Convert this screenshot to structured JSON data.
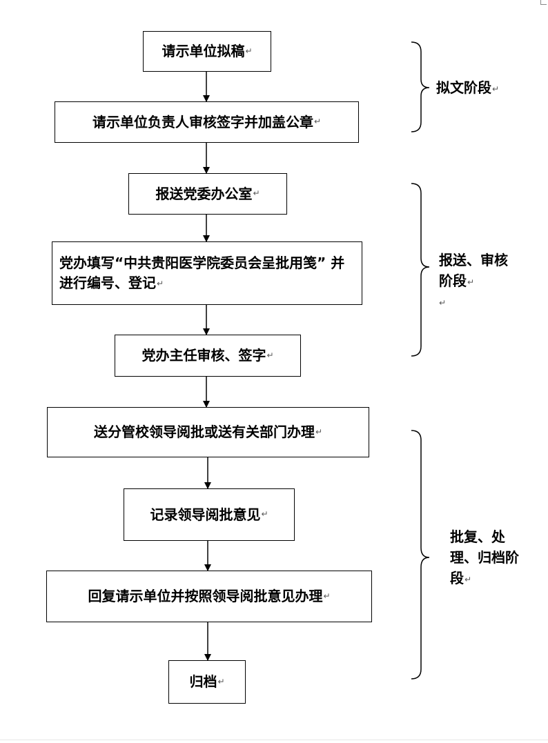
{
  "steps": [
    {
      "text": "请示单位拟稿"
    },
    {
      "text": "请示单位负责人审核签字并加盖公章"
    },
    {
      "text": "报送党委办公室"
    },
    {
      "text": "党办填写“中共贵阳医学院委员会呈批用笺” 并进行编号、登记"
    },
    {
      "text": "党办主任审核、签字"
    },
    {
      "text": "送分管校领导阅批或送有关部门办理"
    },
    {
      "text": "记录领导阅批意见"
    },
    {
      "text": "回复请示单位并按照领导阅批意见办理"
    },
    {
      "text": "归档"
    }
  ],
  "stages": [
    {
      "text": "拟文阶段"
    },
    {
      "text": "报送、审核阶段"
    },
    {
      "text": "批复、处理、归档阶段"
    }
  ],
  "return_mark": "↵"
}
